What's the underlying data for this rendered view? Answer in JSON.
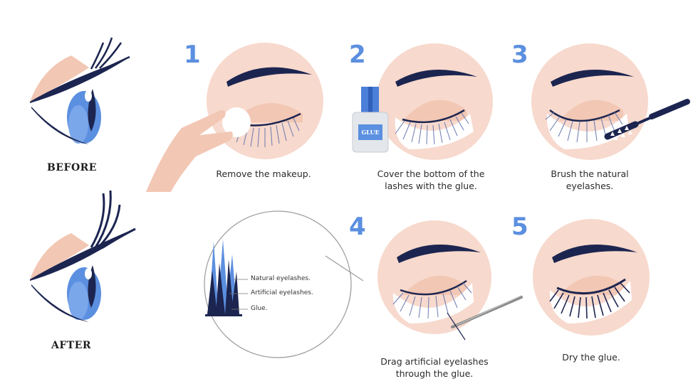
{
  "comparison": {
    "before_label": "BEFORE",
    "after_label": "AFTER"
  },
  "steps": [
    {
      "number": "1",
      "caption_lines": [
        "Remove the makeup."
      ]
    },
    {
      "number": "2",
      "caption_lines": [
        "Cover the bottom of the",
        "lashes with the glue."
      ],
      "bottle_label": "GLUE"
    },
    {
      "number": "3",
      "caption_lines": [
        "Brush the natural",
        "eyelashes."
      ]
    },
    {
      "number": "4",
      "caption_lines": [
        "Drag artificial eyelashes",
        "through the glue."
      ]
    },
    {
      "number": "5",
      "caption_lines": [
        "Dry the glue."
      ]
    }
  ],
  "detail_legend": {
    "items": [
      "Natural eyelashes.",
      "Artificial eyelashes.",
      "Glue."
    ]
  },
  "colors": {
    "accent_blue": "#5b8fe0",
    "navy": "#1c2550",
    "skin": "#f7d9cd",
    "lid": "#f2c7b4",
    "iris": "#5b8fe0"
  }
}
